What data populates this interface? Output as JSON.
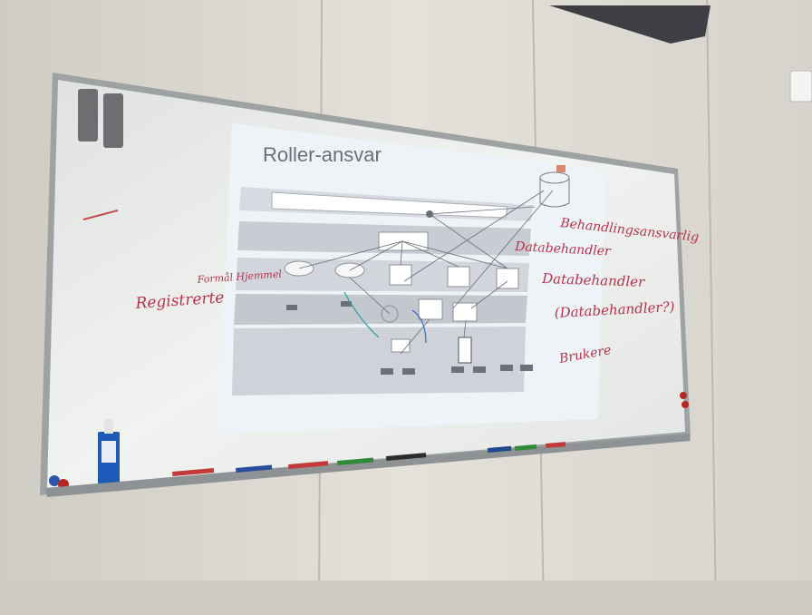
{
  "slide": {
    "title": "Roller-ansvar"
  },
  "whiteboard_notes": {
    "left_label": "Registrerte",
    "left_small": "Formål Hjemmel",
    "right_1": "Behandlingsansvarlig",
    "right_2": "Databehandler",
    "right_3": "Databehandler",
    "right_4": "(Databehandler?)",
    "right_5": "Brukere"
  },
  "colors": {
    "wall": "#d9d6cf",
    "board": "#eef0ee",
    "projection": "#eef3f8",
    "marker_red": "#b8324a",
    "marker_blue": "#2e6cc9"
  }
}
